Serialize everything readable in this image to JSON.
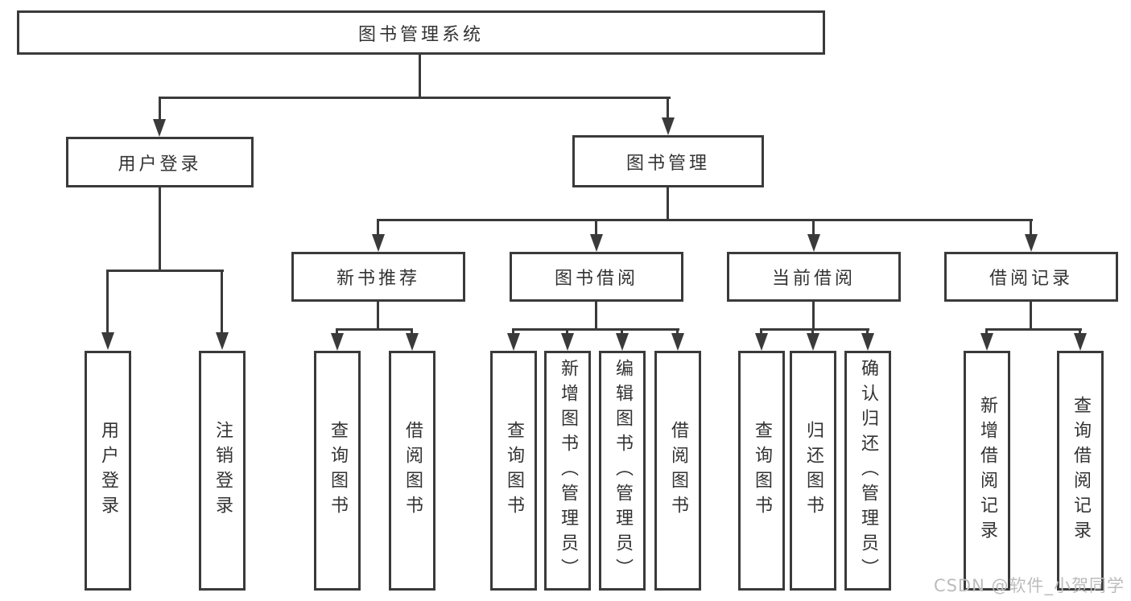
{
  "diagram_type": "tree",
  "root": {
    "label": "图书管理系统"
  },
  "level1": [
    {
      "label": "用户登录",
      "parent": "图书管理系统"
    },
    {
      "label": "图书管理",
      "parent": "图书管理系统"
    }
  ],
  "level2": [
    {
      "label": "新书推荐",
      "parent": "图书管理"
    },
    {
      "label": "图书借阅",
      "parent": "图书管理"
    },
    {
      "label": "当前借阅",
      "parent": "图书管理"
    },
    {
      "label": "借阅记录",
      "parent": "图书管理"
    }
  ],
  "leaves": [
    {
      "label": "用户登录",
      "parent": "用户登录"
    },
    {
      "label": "注销登录",
      "parent": "用户登录"
    },
    {
      "label": "查询图书",
      "parent": "新书推荐"
    },
    {
      "label": "借阅图书",
      "parent": "新书推荐"
    },
    {
      "label": "查询图书",
      "parent": "图书借阅"
    },
    {
      "label": "新增图书（管理员）",
      "parent": "图书借阅"
    },
    {
      "label": "编辑图书（管理员）",
      "parent": "图书借阅"
    },
    {
      "label": "借阅图书",
      "parent": "图书借阅"
    },
    {
      "label": "查询图书",
      "parent": "当前借阅"
    },
    {
      "label": "归还图书",
      "parent": "当前借阅"
    },
    {
      "label": "确认归还（管理员）",
      "parent": "当前借阅"
    },
    {
      "label": "新增借阅记录",
      "parent": "借阅记录"
    },
    {
      "label": "查询借阅记录",
      "parent": "借阅记录"
    }
  ],
  "watermark": {
    "text": "CSDN @软件_小贺同学"
  },
  "colors": {
    "line": "#3a3a3a",
    "text": "#333333",
    "watermark": "#bcbcbc",
    "background": "#ffffff"
  }
}
